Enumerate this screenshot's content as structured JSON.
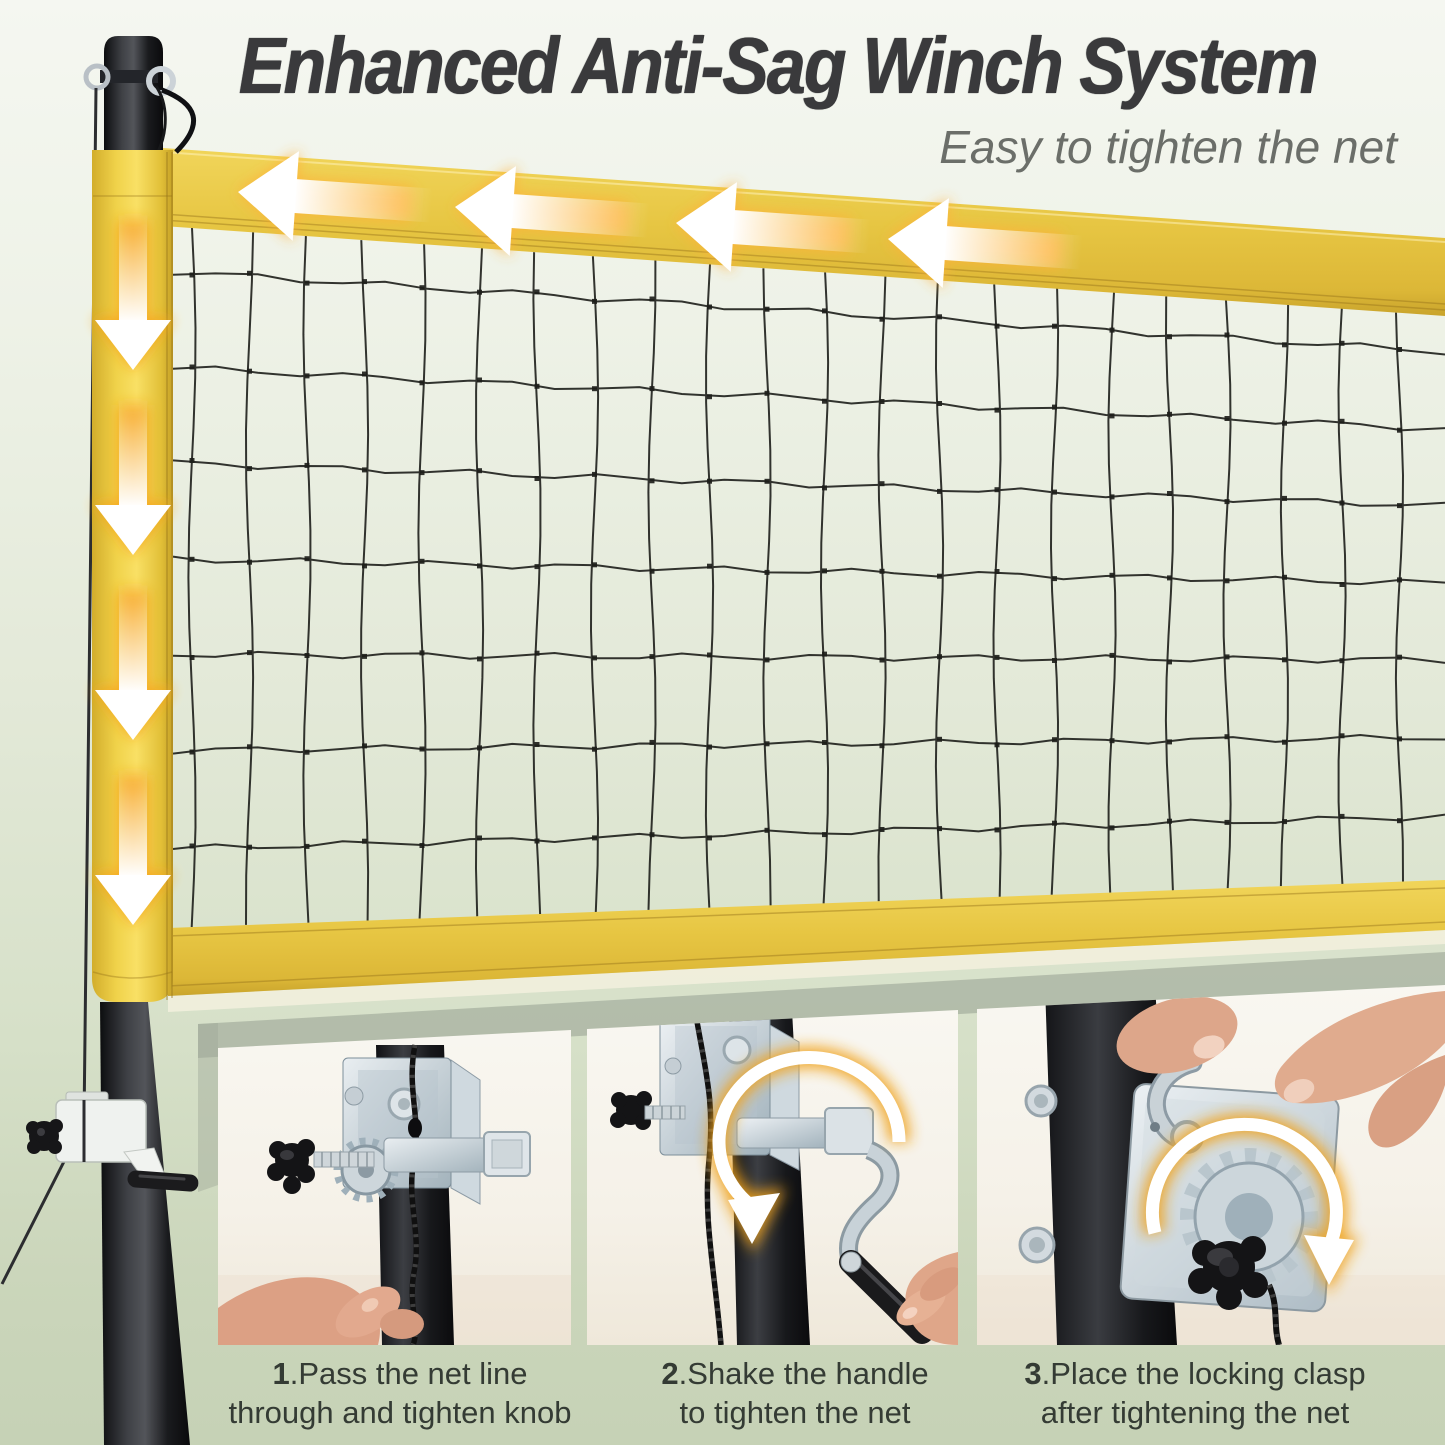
{
  "header": {
    "title": "Enhanced Anti-Sag Winch System",
    "subtitle": "Easy to tighten the net"
  },
  "steps": [
    {
      "num": "1",
      "line1": ".Pass the net line",
      "line2": "through and tighten knob"
    },
    {
      "num": "2",
      "line1": ".Shake the handle",
      "line2": "to tighten the net"
    },
    {
      "num": "3",
      "line1": ".Place the locking clasp",
      "line2": "after tightening the net"
    }
  ],
  "colors": {
    "net_band_yellow": "#e9c94b",
    "sleeve_yellow_bright": "#f7dd55",
    "pole_black": "#1a1b1e",
    "mesh_black": "#22231f",
    "arrow_white": "#ffffff",
    "arrow_glow_orange": "#f7a51f",
    "background_green_top": "#f5f7f1",
    "background_green_bottom": "#c6d2b6",
    "photo_shadow_gray": "#9fa99a",
    "metal_zinc": "#b9c6cd",
    "skin_tone": "#ddA68a",
    "title_text": "#3a3a3c",
    "subtitle_text": "#6b6e69",
    "caption_text": "#343b34"
  },
  "icons": {
    "band_arrows": "left-arrow-icon",
    "pole_arrows": "down-arrow-icon",
    "photo_arrows": "rotate-arrow-icon"
  }
}
